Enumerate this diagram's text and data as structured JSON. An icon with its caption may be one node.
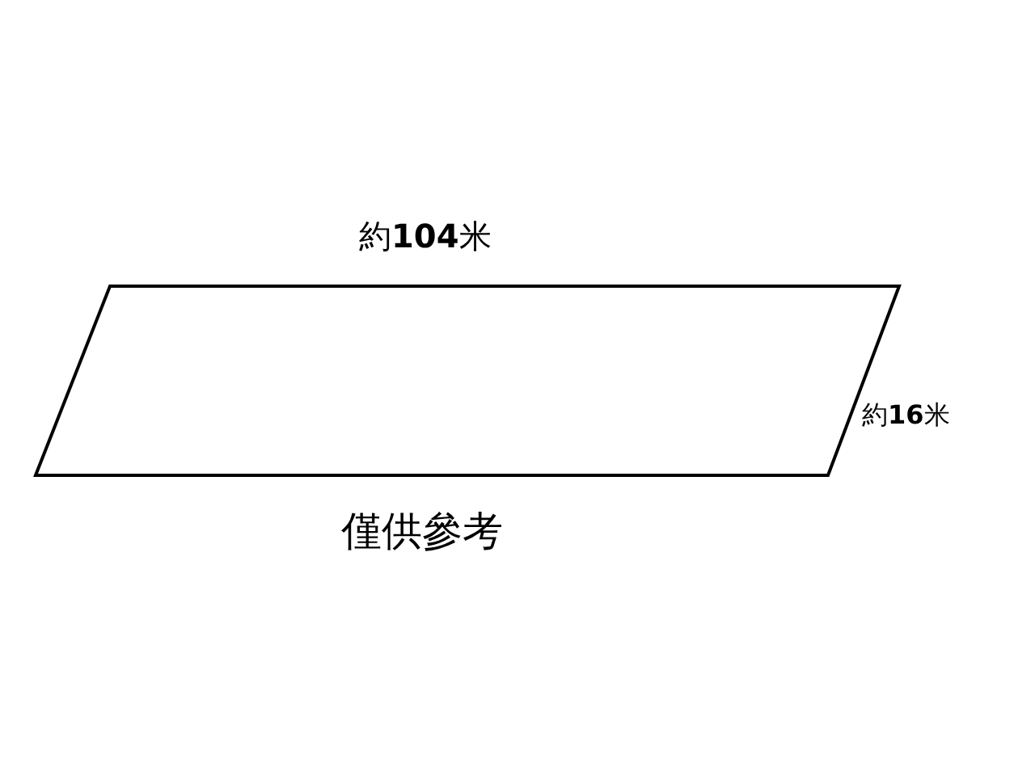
{
  "diagram": {
    "nodes": [
      {
        "text": [],
        "shape": "parallelogram"
      }
    ],
    "labels": [
      "約**104**米",
      "約**16**米",
      "僅供參考"
    ]
  }
}
